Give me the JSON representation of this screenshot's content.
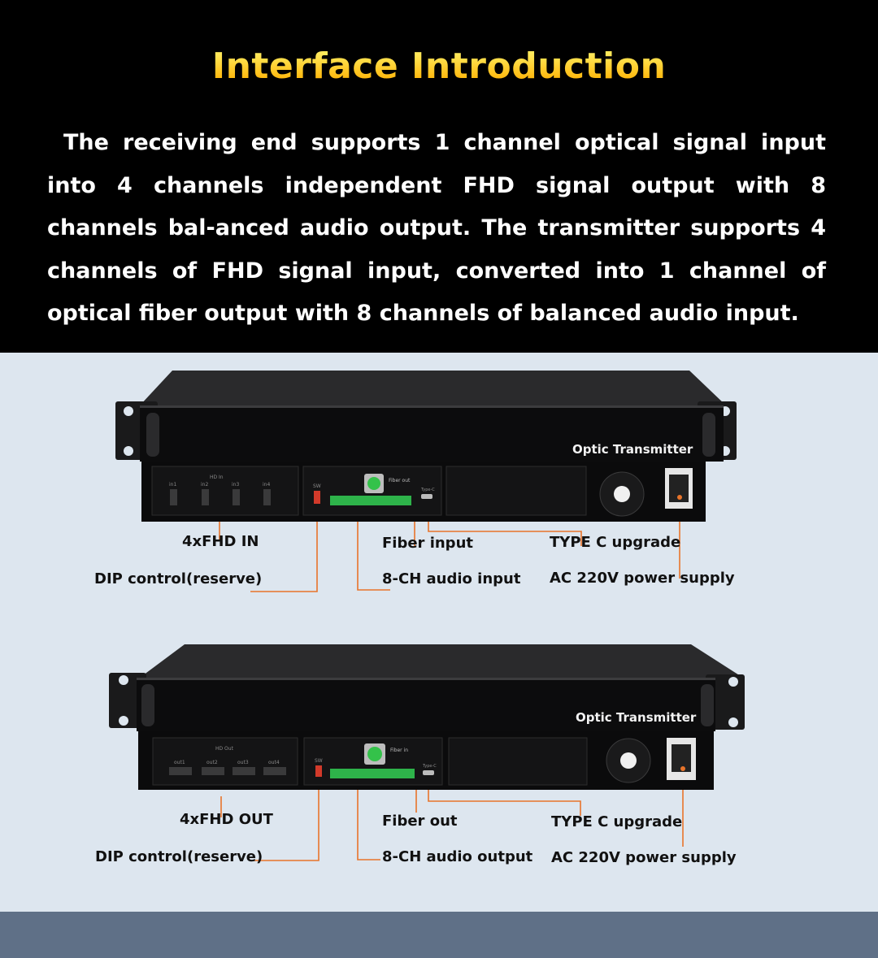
{
  "header": {
    "title": "Interface Introduction",
    "description": "The receiving end supports 1 channel optical signal input into 4 channels independent FHD signal output with 8 channels bal-anced audio output. The transmitter supports 4 channels of FHD signal input, converted into 1 channel of optical fiber output with 8 channels of balanced audio input."
  },
  "device1": {
    "brand_label": "Optic Transmitter",
    "panel_text": {
      "hdmi_group": "HD In",
      "ports": [
        "in1",
        "in2",
        "in3",
        "in4"
      ],
      "fiber": "Fiber out",
      "typec": "Type-C",
      "dip": "SW"
    },
    "labels": {
      "hdmi": "4xFHD  IN",
      "dip": "DIP control(reserve)",
      "fiber": "Fiber input",
      "audio": "8-CH audio input",
      "typec": "TYPE C upgrade",
      "power": "AC 220V power supply"
    }
  },
  "device2": {
    "brand_label": "Optic Transmitter",
    "panel_text": {
      "hdmi_group": "HD Out",
      "ports": [
        "out1",
        "out2",
        "out3",
        "out4"
      ],
      "fiber": "Fiber in",
      "typec": "Type-C",
      "dip": "SW"
    },
    "labels": {
      "hdmi": "4xFHD  OUT",
      "dip": "DIP control(reserve)",
      "fiber": "Fiber out",
      "audio": "8-CH audio output",
      "typec": "TYPE C upgrade",
      "power": "AC 220V power supply"
    }
  },
  "colors": {
    "title_gold": "#ffc107",
    "leader_orange": "#e8742a",
    "header_bg": "#000000",
    "main_bg": "#dde6ef",
    "footer_bg": "#5f7087"
  }
}
